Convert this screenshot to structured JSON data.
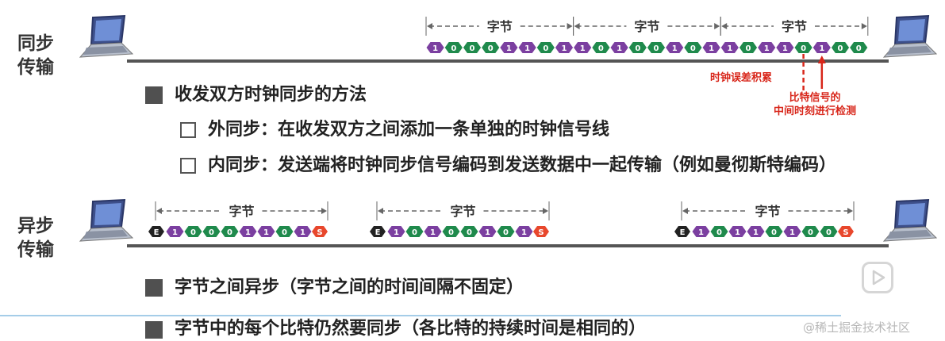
{
  "sync": {
    "title": "同步\n传输",
    "byte_label": "字节",
    "bytes": [
      [
        "1",
        "0",
        "0",
        "0",
        "1",
        "1",
        "0",
        "1"
      ],
      [
        "1",
        "0",
        "1",
        "0",
        "0",
        "1",
        "0",
        "1"
      ],
      [
        "1",
        "0",
        "1",
        "1",
        "0",
        "1",
        "0",
        "0"
      ]
    ],
    "annotation_drift": "时钟误差积累",
    "annotation_sample": "比特信号的\n中间时刻进行检测"
  },
  "sync_points": {
    "heading": "收发双方时钟同步的方法",
    "external": "外同步：在收发双方之间添加一条单独的时钟信号线",
    "internal": "内同步：发送端将时钟同步信号编码到发送数据中一起传输（例如曼彻斯特编码）"
  },
  "async": {
    "title": "异步\n传输",
    "byte_label": "字节",
    "start_bit": "E",
    "stop_bit": "S",
    "frames": [
      [
        "1",
        "0",
        "0",
        "0",
        "1",
        "1",
        "0",
        "1"
      ],
      [
        "1",
        "0",
        "1",
        "0",
        "0",
        "1",
        "0",
        "1"
      ],
      [
        "1",
        "0",
        "1",
        "1",
        "0",
        "1",
        "0",
        "0"
      ]
    ]
  },
  "async_points": {
    "point1": "字节之间异步（字节之间的时间间隔不固定）",
    "point2": "字节中的每个比特仍然要同步（各比特的持续时间是相同的）"
  },
  "watermark": "@稀土掘金技术社区",
  "colors": {
    "bit_one": "#7b3fa0",
    "bit_zero": "#1f8a4c",
    "start_bit": "#222222",
    "stop_bit": "#e8472c",
    "wire": "#555555",
    "annotation": "#d8261a"
  }
}
